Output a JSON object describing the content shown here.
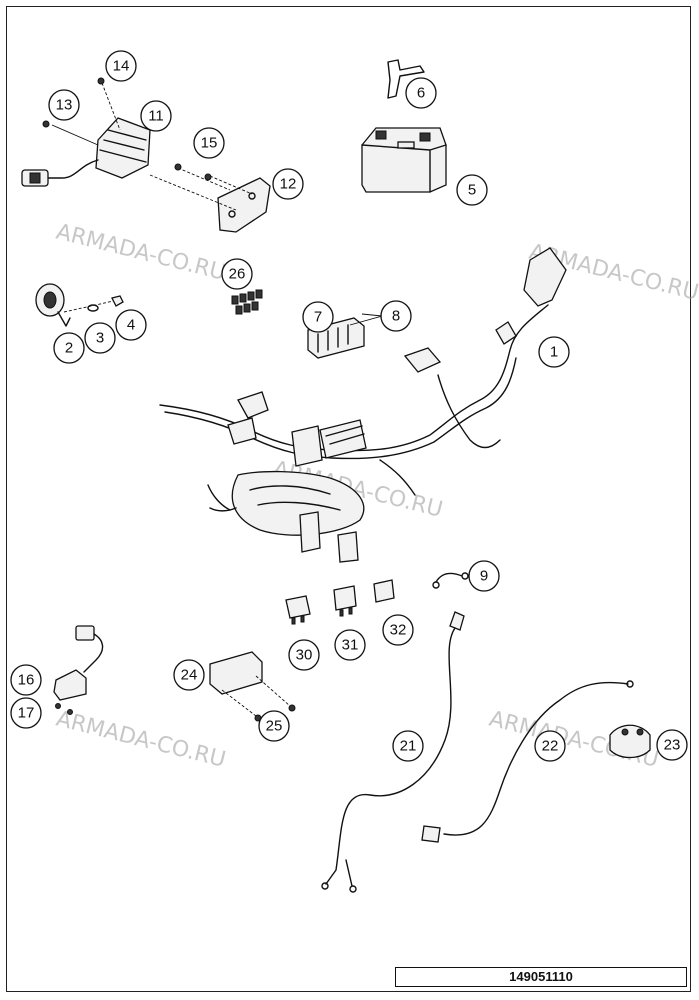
{
  "watermark": "ARMADA-CO.RU",
  "document_number": "149051110",
  "callouts": [
    {
      "id": "c1",
      "label": "1"
    },
    {
      "id": "c2",
      "label": "2"
    },
    {
      "id": "c3",
      "label": "3"
    },
    {
      "id": "c4",
      "label": "4"
    },
    {
      "id": "c5",
      "label": "5"
    },
    {
      "id": "c6",
      "label": "6"
    },
    {
      "id": "c7",
      "label": "7"
    },
    {
      "id": "c8",
      "label": "8"
    },
    {
      "id": "c9",
      "label": "9"
    },
    {
      "id": "c11",
      "label": "11"
    },
    {
      "id": "c12",
      "label": "12"
    },
    {
      "id": "c13",
      "label": "13"
    },
    {
      "id": "c14",
      "label": "14"
    },
    {
      "id": "c15",
      "label": "15"
    },
    {
      "id": "c16",
      "label": "16"
    },
    {
      "id": "c17",
      "label": "17"
    },
    {
      "id": "c21",
      "label": "21"
    },
    {
      "id": "c22",
      "label": "22"
    },
    {
      "id": "c23",
      "label": "23"
    },
    {
      "id": "c24",
      "label": "24"
    },
    {
      "id": "c25",
      "label": "25"
    },
    {
      "id": "c26",
      "label": "26"
    },
    {
      "id": "c30",
      "label": "30"
    },
    {
      "id": "c31",
      "label": "31"
    },
    {
      "id": "c32",
      "label": "32"
    }
  ]
}
